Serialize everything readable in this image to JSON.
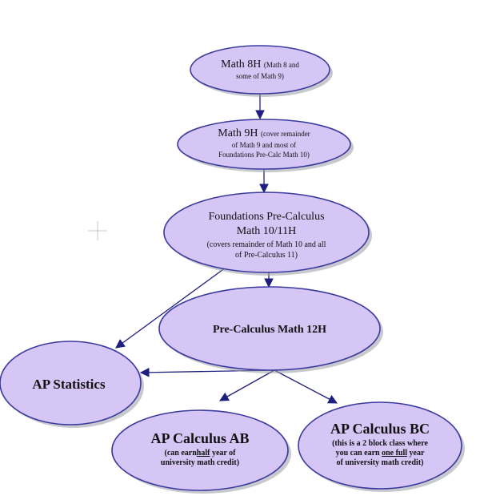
{
  "nodes": {
    "math8h": {
      "title": "Math 8H",
      "note1": "(Math 8 and",
      "note2": "some of Math 9)"
    },
    "math9h": {
      "title": "Math 9H",
      "note1": "(cover remainder",
      "note2": "of Math 9 and most of",
      "note3": "Foundations Pre-Calc Math 10)"
    },
    "foundations": {
      "title1": "Foundations Pre-Calculus",
      "title2": "Math 10/11H",
      "note1": "(covers remainder of  Math 10 and all",
      "note2": "of Pre-Calculus 11)"
    },
    "precalc12": {
      "title": "Pre-Calculus Math 12H"
    },
    "apstats": {
      "title": "AP Statistics"
    },
    "apcalcab": {
      "title": "AP Calculus AB",
      "note1a": "(can earn",
      "note1b": "half",
      "note1c": " year of",
      "note2": "university math credit)"
    },
    "apcalcbc": {
      "title": "AP Calculus BC",
      "note1": "(this is a 2 block class where",
      "note2a": "you can earn  ",
      "note2b": "one full",
      "note2c": " year",
      "note3": "of university math credit)"
    }
  },
  "colors": {
    "node_fill": "#d5c6f5",
    "node_stroke": "#3a3a9e",
    "edge": "#1f1f80"
  }
}
